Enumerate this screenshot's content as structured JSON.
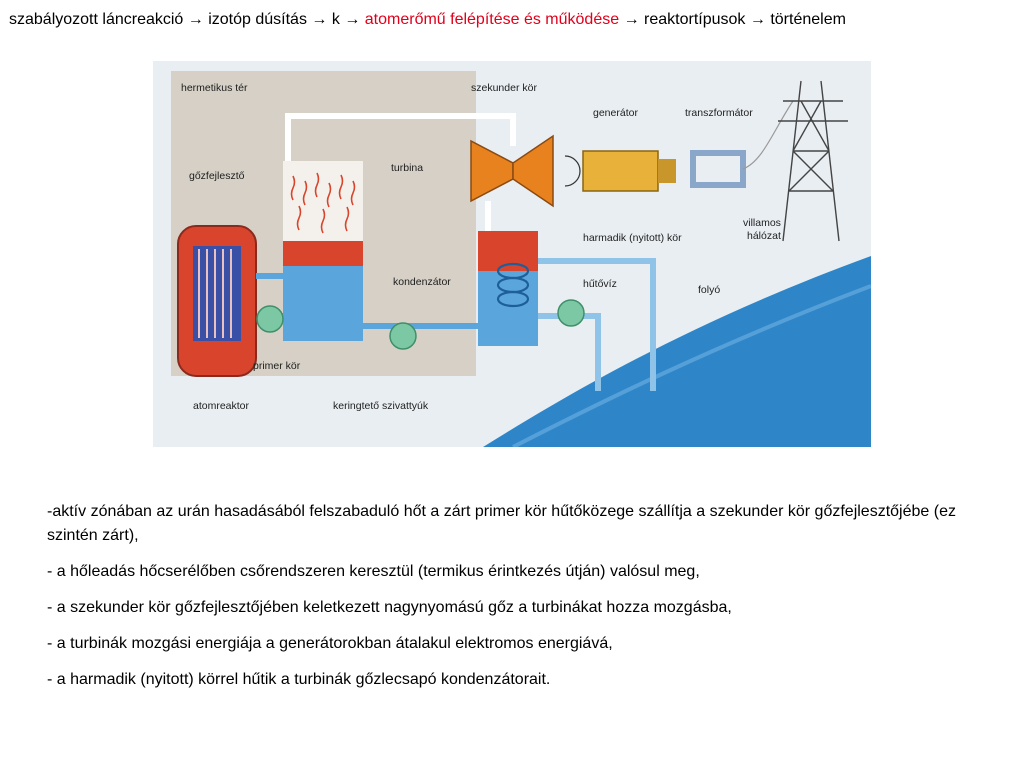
{
  "breadcrumb": {
    "items": [
      {
        "label": "szabályozott láncreakció",
        "active": false
      },
      {
        "label": "izotóp dúsítás",
        "active": false
      },
      {
        "label": "k",
        "active": false
      },
      {
        "label": "atomerőmű felépítése és működése",
        "active": true
      },
      {
        "label": "reaktortípusok",
        "active": false
      },
      {
        "label": "történelem",
        "active": false
      }
    ],
    "separator": "→"
  },
  "diagram": {
    "labels": {
      "hermetikus_ter": "hermetikus tér",
      "szekunder_kor": "szekunder kör",
      "generator": "generátor",
      "transzformator": "transzformátor",
      "gozfejleszto": "gőzfejlesztő",
      "turbina": "turbina",
      "villamos": "villamos",
      "halozat": "hálózat",
      "harmadik_kor": "harmadik (nyitott) kör",
      "kondenzator": "kondenzátor",
      "hutoviz": "hűtővíz",
      "folyo": "folyó",
      "primer_kor": "primer kör",
      "atomreaktor": "atomreaktor",
      "keringteto": "keringtető szivattyúk"
    },
    "colors": {
      "containment": "#d6d0c6",
      "water_blue": "#5aa6dc",
      "hot_red": "#d8452c",
      "river": "#2e86c8",
      "pump": "#7cc8a4",
      "turbine": "#e8821e",
      "generator": "#e8b23a",
      "transformer": "#8aa6c8"
    }
  },
  "bullets": [
    "-aktív zónában az urán hasadásából felszabaduló hőt a zárt primer kör hűtőközege szállítja a szekunder kör gőzfejlesztőjébe (ez szintén zárt),",
    "- a hőleadás hőcserélőben csőrendszeren keresztül (termikus érintkezés útján) valósul meg,",
    "- a szekunder kör gőzfejlesztőjében keletkezett nagynyomású gőz a turbinákat hozza mozgásba,",
    "- a turbinák mozgási energiája a generátorokban átalakul elektromos energiává,",
    "- a harmadik (nyitott) körrel hűtik a turbinák gőzlecsapó kondenzátorait."
  ]
}
